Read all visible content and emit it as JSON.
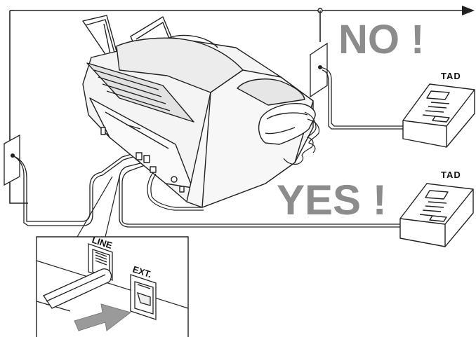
{
  "labels": {
    "no": "NO !",
    "yes": "YES !",
    "tad_top": "TAD",
    "tad_bottom": "TAD",
    "line_jack": "LINE",
    "ext_jack": "EXT."
  },
  "colors": {
    "line": "#222222",
    "emphasis_text": "#8c8c8c",
    "arrow": "#9a9a9a"
  },
  "icons": {
    "fax": "fax-machine-icon",
    "tad": "answering-machine-icon",
    "wall_jack": "wall-jack-icon",
    "arrow": "arrow-right-icon"
  }
}
